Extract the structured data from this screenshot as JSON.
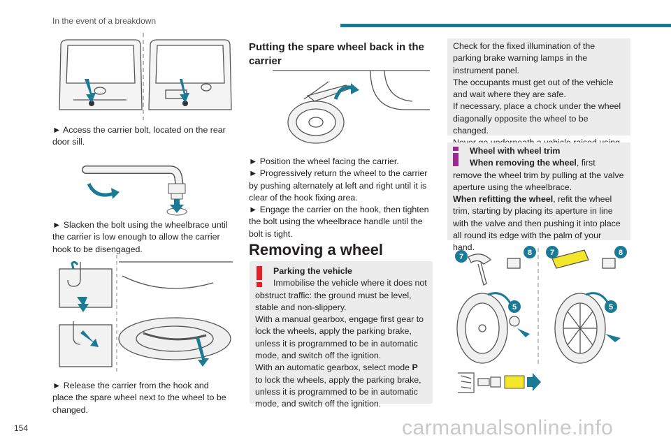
{
  "header": {
    "title": "In the event of a breakdown"
  },
  "page_number": "154",
  "left": {
    "step1": "► Access the carrier bolt, located on the rear door sill.",
    "step2": "► Slacken the bolt using the wheelbrace until the carrier is low enough to allow the carrier hook to be disengaged.",
    "step3": "► Release the carrier from the hook and place the spare wheel next to the wheel to be changed."
  },
  "middle": {
    "heading": "Putting the spare wheel back in the carrier",
    "steps": [
      "► Position the wheel facing the carrier.",
      "► Progressively return the wheel to the carrier by pushing alternately at left and right until it is clear of the hook fixing area.",
      "► Engage the carrier on the hook, then tighten the bolt using the wheelbrace handle until the bolt is tight."
    ],
    "section_title": "Removing a wheel",
    "warning": {
      "title": "Parking the vehicle",
      "line1": "Immobilise the vehicle where it does not obstruct traffic: the ground must be level, stable and non-slippery.",
      "line2": "With a manual gearbox, engage first gear to lock the wheels, apply the parking brake, unless it is programmed to be in automatic mode, and switch off the ignition.",
      "line3_pre": "With an automatic gearbox, select mode ",
      "line3_bold": "P",
      "line3_post": " to lock the wheels, apply the parking brake, unless it is programmed to be in automatic mode, and switch off the ignition."
    }
  },
  "right": {
    "check_box": [
      "Check for the fixed illumination of the parking brake warning lamps in the instrument panel.",
      "The occupants must get out of the vehicle and wait where they are safe.",
      "If necessary, place a chock under the wheel diagonally opposite the wheel to be changed.",
      "Never go underneath a vehicle raised using a jack; use an axle stand."
    ],
    "info": {
      "title": "Wheel with wheel trim",
      "removing_label": "When removing the wheel",
      "removing_text": ", first remove the wheel trim by pulling at the valve aperture using the wheelbrace.",
      "refitting_label": "When refitting the wheel",
      "refitting_text": ", refit the wheel trim, starting by placing its aperture in line with the valve and then pushing it into place all round its edge with the palm of your hand."
    },
    "callouts": [
      "7",
      "8",
      "7",
      "8",
      "5",
      "5"
    ]
  },
  "watermark": "carmanualsonline.info",
  "colors": {
    "accent": "#1b7b96",
    "warning": "#e41e26",
    "info": "#9c2a8e",
    "box": "#ececec"
  }
}
